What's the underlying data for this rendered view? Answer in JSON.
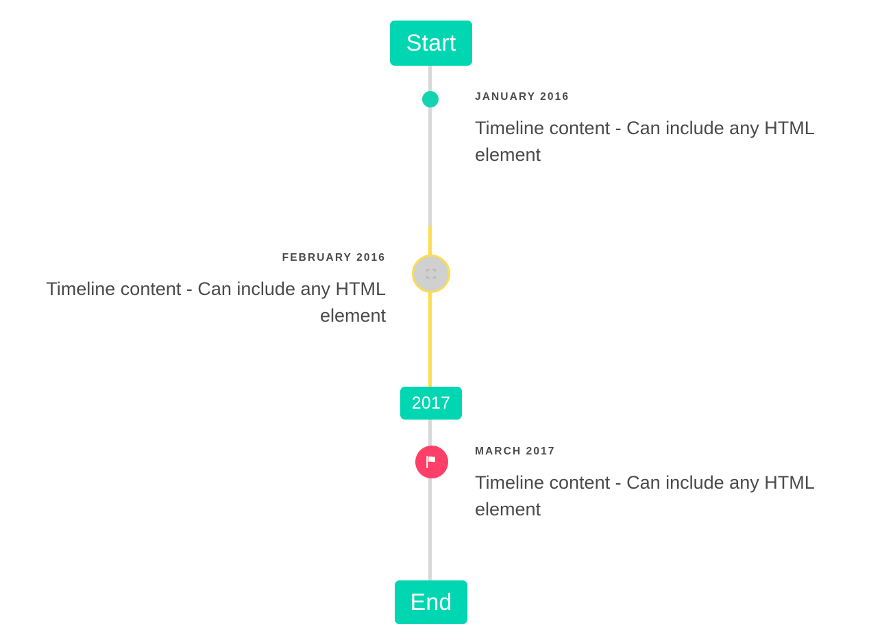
{
  "timeline": {
    "start_badge": {
      "label": "Start"
    },
    "year_badge": {
      "label": "2017"
    },
    "end_badge": {
      "label": "End"
    },
    "entries": [
      {
        "date": "JANUARY 2016",
        "body": "Timeline content - Can include any HTML element",
        "side": "right",
        "marker": "dot-icon",
        "marker_color": "#14d3b0"
      },
      {
        "date": "FEBRUARY 2016",
        "body": "Timeline content - Can include any HTML element",
        "side": "left",
        "marker": "broken-image-icon",
        "marker_color": "#d0d0d0",
        "marker_ring_color": "#fcdd50"
      },
      {
        "date": "MARCH 2017",
        "body": "Timeline content - Can include any HTML element",
        "side": "right",
        "marker": "flag-icon",
        "marker_color": "#ff3f68"
      }
    ],
    "axis": {
      "default_color": "#d8d8d8",
      "highlight_color": "#fcdd50"
    },
    "badge_color": "#00d6b1",
    "text_color": "#4a4a4a"
  }
}
